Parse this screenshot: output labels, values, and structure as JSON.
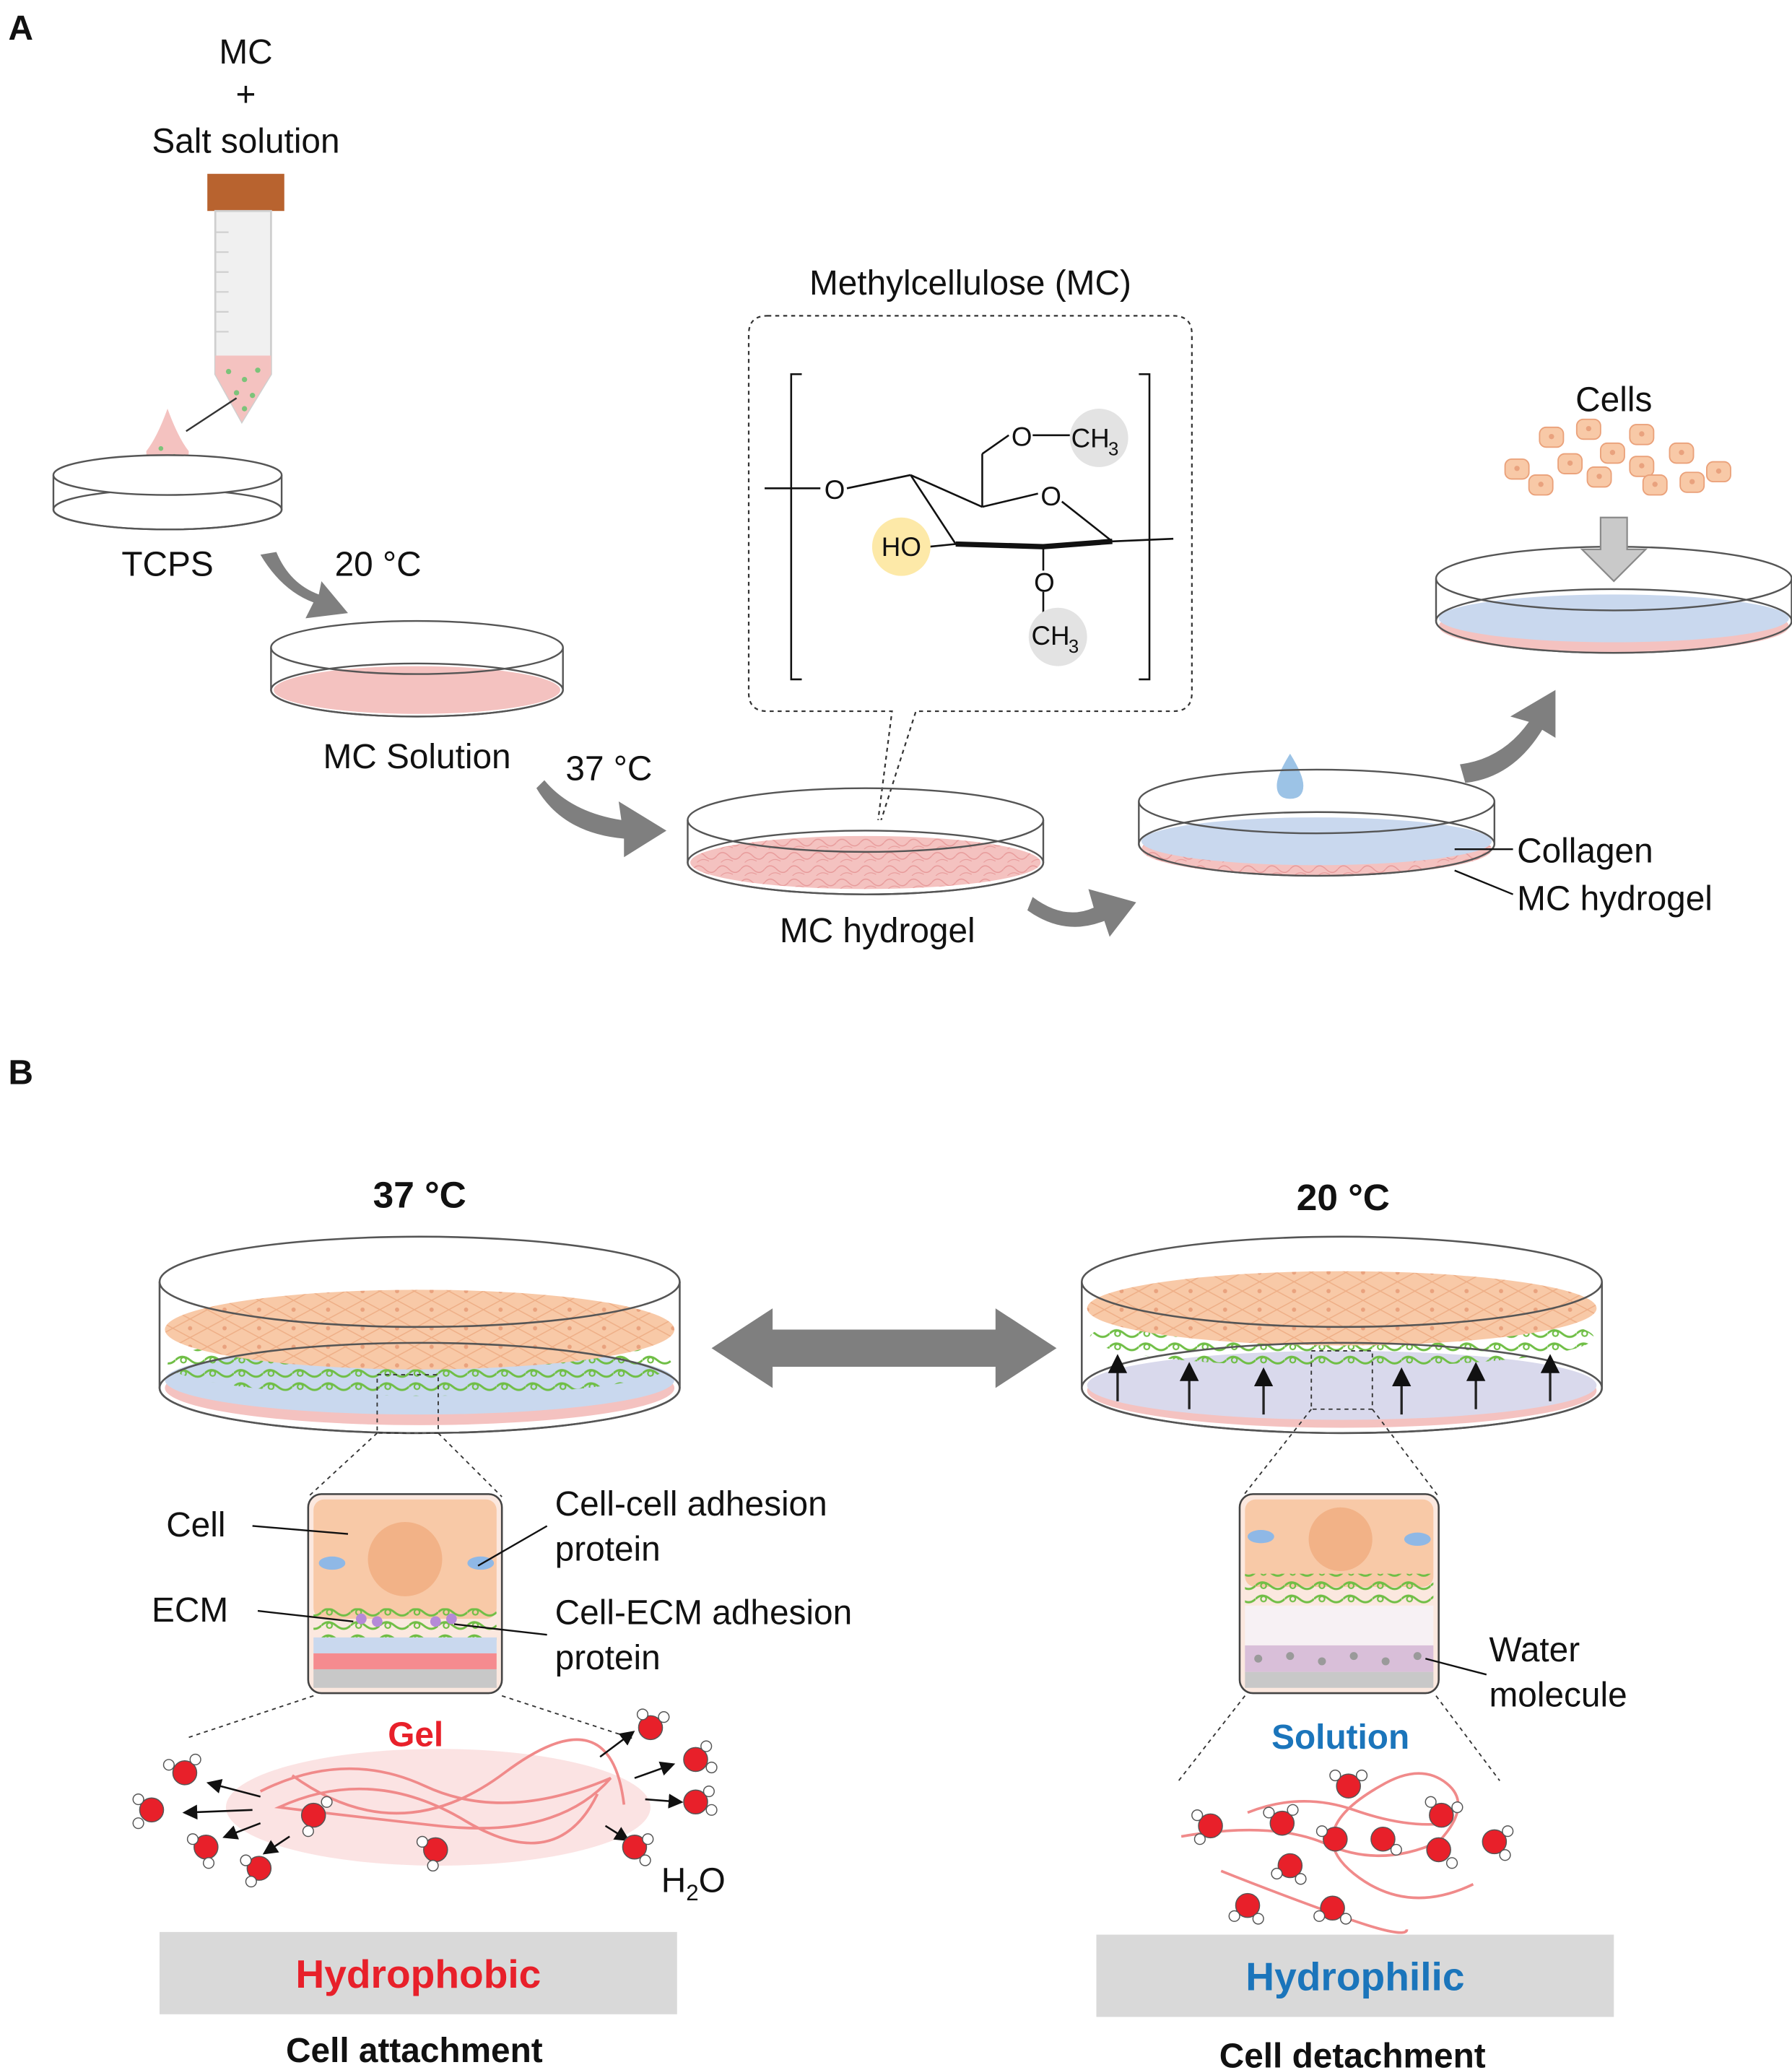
{
  "panel_a": {
    "label": "A",
    "tube_label_line1": "MC",
    "tube_label_line2": "+",
    "tube_label_line3": "Salt solution",
    "tcps": "TCPS",
    "step1_temp": "20 °C",
    "mc_solution": "MC Solution",
    "step2_temp": "37 °C",
    "mc_hydrogel": "MC hydrogel",
    "structure_title": "Methylcellulose (MC)",
    "struct_o1": "O",
    "struct_ring_o": "O",
    "struct_o2": "O",
    "struct_o3": "O",
    "struct_ch3_top": "CH",
    "struct_ch3_bottom": "CH",
    "struct_sub3": "3",
    "struct_ho": "HO",
    "collagen": "Collagen",
    "mc_hydrogel_layer": "MC hydrogel",
    "cells": "Cells"
  },
  "panel_b": {
    "label": "B",
    "left_temp": "37 °C",
    "right_temp": "20 °C",
    "cell": "Cell",
    "cell_cell_line1": "Cell-cell adhesion",
    "cell_cell_line2": "protein",
    "ecm": "ECM",
    "cell_ecm_line1": "Cell-ECM adhesion",
    "cell_ecm_line2": "protein",
    "water_line1": "Water",
    "water_line2": "molecule",
    "gel": "Gel",
    "solution": "Solution",
    "h2o": "H",
    "h2o_sub": "2",
    "h2o_end": "O",
    "hydrophobic": "Hydrophobic",
    "hydrophilic": "Hydrophilic",
    "cell_attachment": "Cell attachment",
    "cell_detachment": "Cell detachment"
  },
  "colors": {
    "gel": "#e8202a",
    "solution": "#1b75bb",
    "arrow": "#7f7f7f",
    "pink": "#f4c2c0",
    "collagen": "#c9d8ee",
    "cell": "#f7c9a8",
    "ecm": "#6fbe45"
  }
}
